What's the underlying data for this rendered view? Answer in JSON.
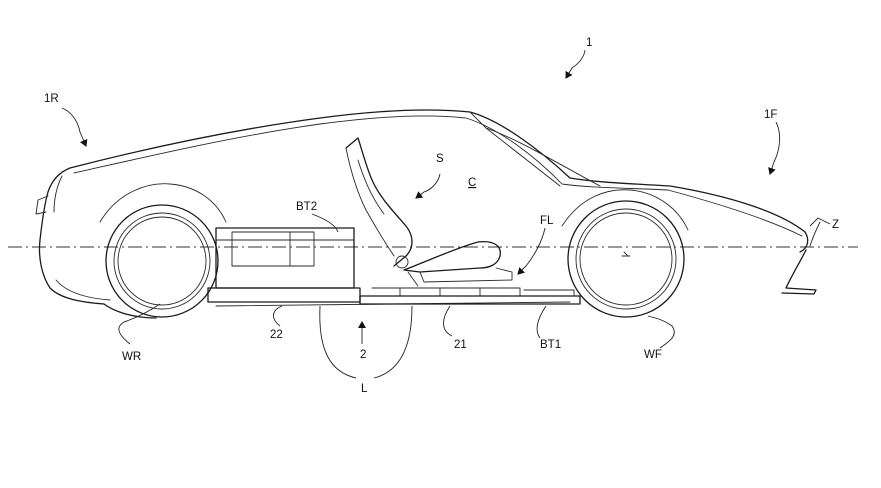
{
  "labels": {
    "vehicle": "1",
    "rear": "1R",
    "front": "1F",
    "seat": "S",
    "cabin": "C",
    "rear_battery": "BT2",
    "floor": "FL",
    "axis_z": "Z",
    "rear_wheel": "WR",
    "front_wheel": "WF",
    "ref_22": "22",
    "ref_2": "2",
    "ref_21": "21",
    "front_battery": "BT1",
    "ref_l": "L"
  },
  "colors": {
    "line": "#1a1a1a",
    "background": "#ffffff"
  }
}
